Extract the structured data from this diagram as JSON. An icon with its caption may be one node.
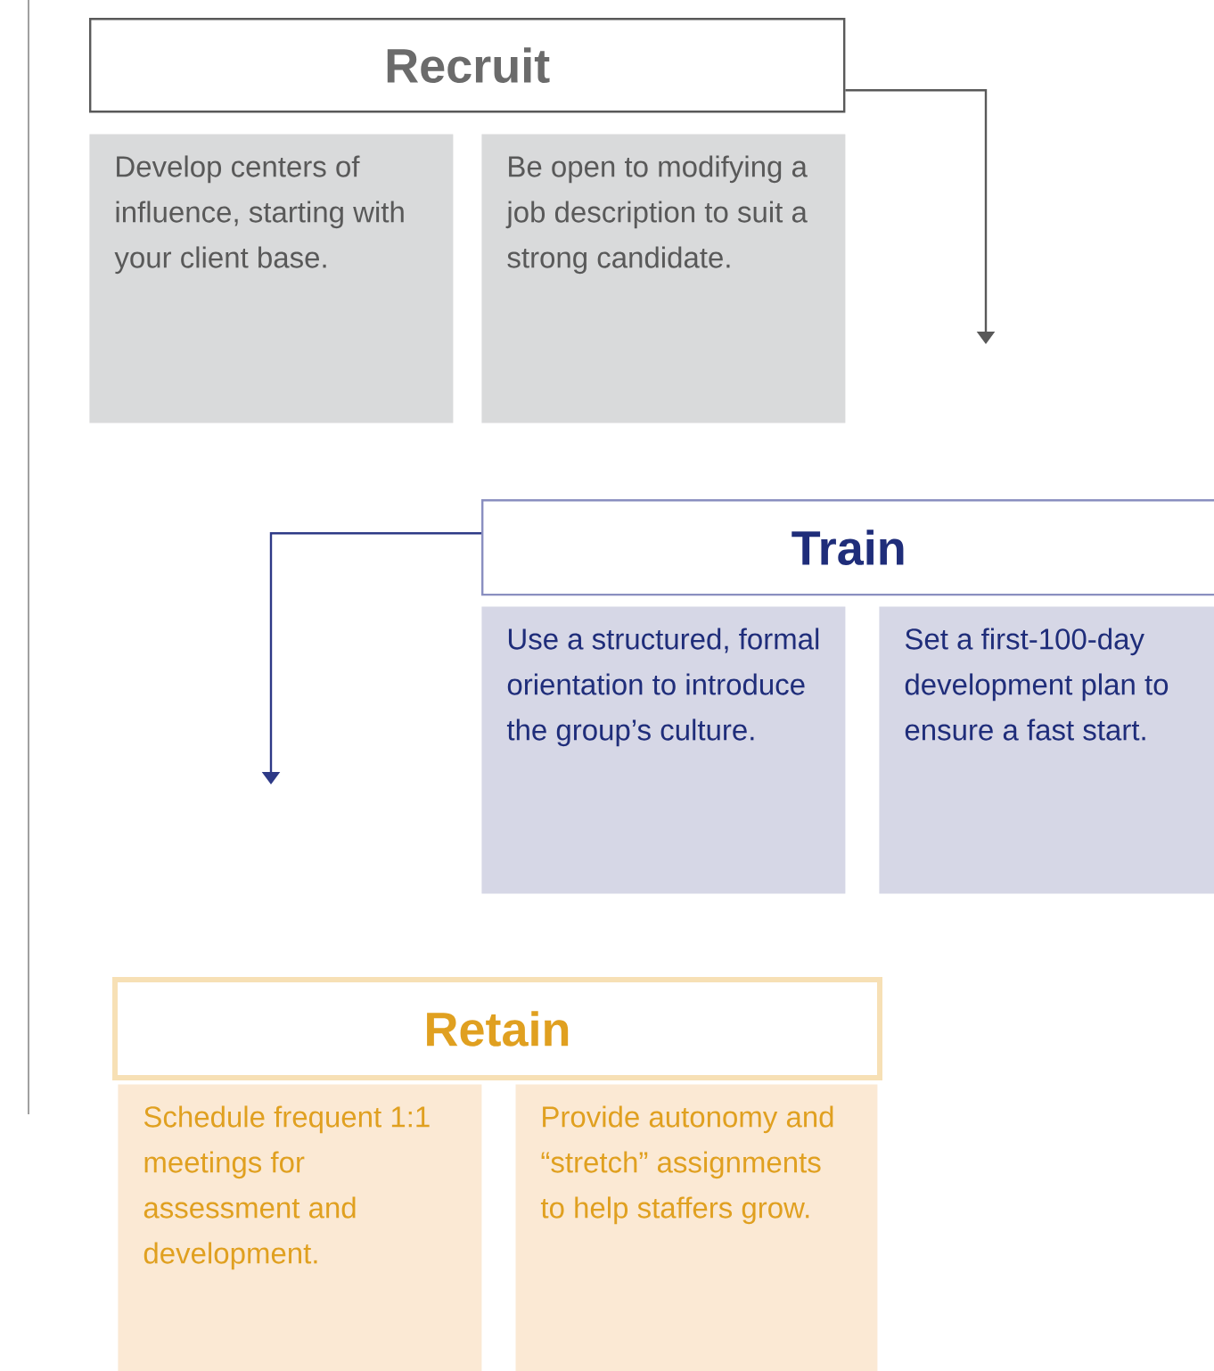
{
  "diagram": {
    "nodes": [
      {
        "text": [
          "Recruit"
        ]
      },
      {
        "text": [
          "Develop centers of influence, starting with your client base."
        ]
      },
      {
        "text": [
          "Be open to modifying a job description to suit a strong candidate."
        ]
      },
      {
        "text": [
          "Train"
        ]
      },
      {
        "text": [
          "Use a structured, formal orientation to introduce the group’s culture."
        ]
      },
      {
        "text": [
          "Set a first-100-day development plan to ensure a fast start."
        ]
      },
      {
        "text": [
          "Retain"
        ]
      },
      {
        "text": [
          "Schedule frequent 1:1 meetings for assessment and development."
        ]
      },
      {
        "text": [
          "Provide autonomy and “stretch” assignments to help staffers grow."
        ]
      }
    ],
    "edges": [
      {
        "from": 0,
        "to": null,
        "arrow": "to",
        "color": "#595959"
      },
      {
        "from": 3,
        "to": null,
        "arrow": "to",
        "color": "#2e3a87"
      }
    ]
  }
}
